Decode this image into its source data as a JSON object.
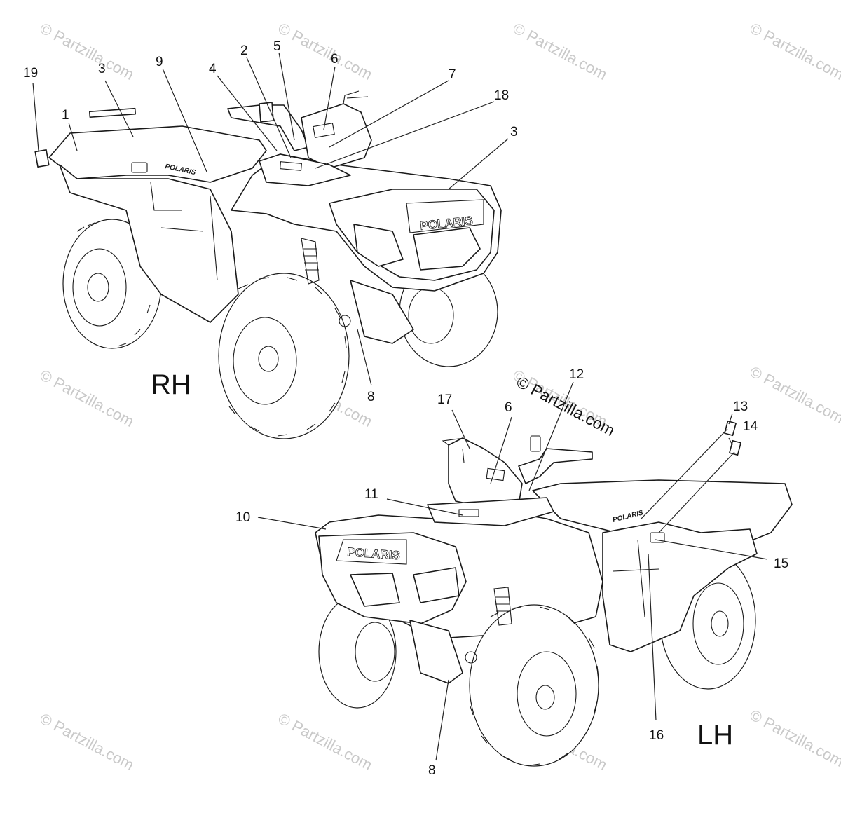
{
  "watermarks": [
    "© Partzilla.com",
    "© Partzilla.com",
    "© Partzilla.com",
    "© Partzilla.com",
    "© Partzilla.com",
    "© Partzilla.com",
    "© Partzilla.com",
    "© Partzilla.com",
    "© Partzilla.com",
    "© Partzilla.com",
    "© Partzilla.com",
    "© Partzilla.com"
  ],
  "copyright": "© Partzilla.com",
  "views": {
    "rh": {
      "label": "RH",
      "vehicle_brand": "POLARIS",
      "side_decal": "POLARIS"
    },
    "lh": {
      "label": "LH",
      "vehicle_brand": "POLARIS",
      "side_decal": "POLARIS"
    }
  },
  "callouts_rh": [
    "19",
    "3",
    "1",
    "9",
    "4",
    "2",
    "5",
    "6",
    "7",
    "18",
    "3",
    "8"
  ],
  "callouts_lh": [
    "12",
    "17",
    "6",
    "13",
    "14",
    "11",
    "10",
    "15",
    "16",
    "8"
  ]
}
